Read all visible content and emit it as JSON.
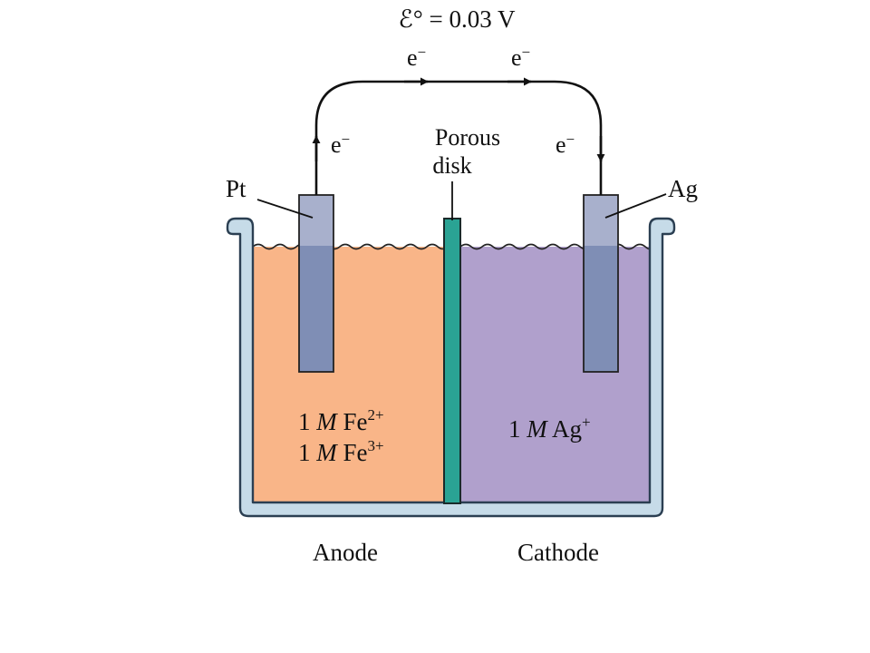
{
  "cell_potential": {
    "symbol": "ℰ°",
    "equals": "=",
    "value": "0.03 V"
  },
  "electron_labels": {
    "top_left": "e",
    "top_right": "e",
    "left_wire": "e",
    "right_wire": "e",
    "charge": "−"
  },
  "electrodes": {
    "left": "Pt",
    "right": "Ag"
  },
  "porous_disk": {
    "line1": "Porous",
    "line2": "disk"
  },
  "anode_solution": {
    "line1_prefix": "1",
    "line1_unit": "M",
    "line1_ion": "Fe",
    "line1_charge": "2+",
    "line2_prefix": "1",
    "line2_unit": "M",
    "line2_ion": "Fe",
    "line2_charge": "3+"
  },
  "cathode_solution": {
    "prefix": "1",
    "unit": "M",
    "ion": "Ag",
    "charge": "+"
  },
  "compartments": {
    "left": "Anode",
    "right": "Cathode"
  },
  "colors": {
    "anode_solution": "#f9b588",
    "cathode_solution": "#b0a0cc",
    "electrode_above": "#a8b0cc",
    "electrode_submerged": "#7f8eb5",
    "porous_disk": "#2aa394",
    "container": "#c6dbe8",
    "container_outline": "#2b3f52"
  }
}
